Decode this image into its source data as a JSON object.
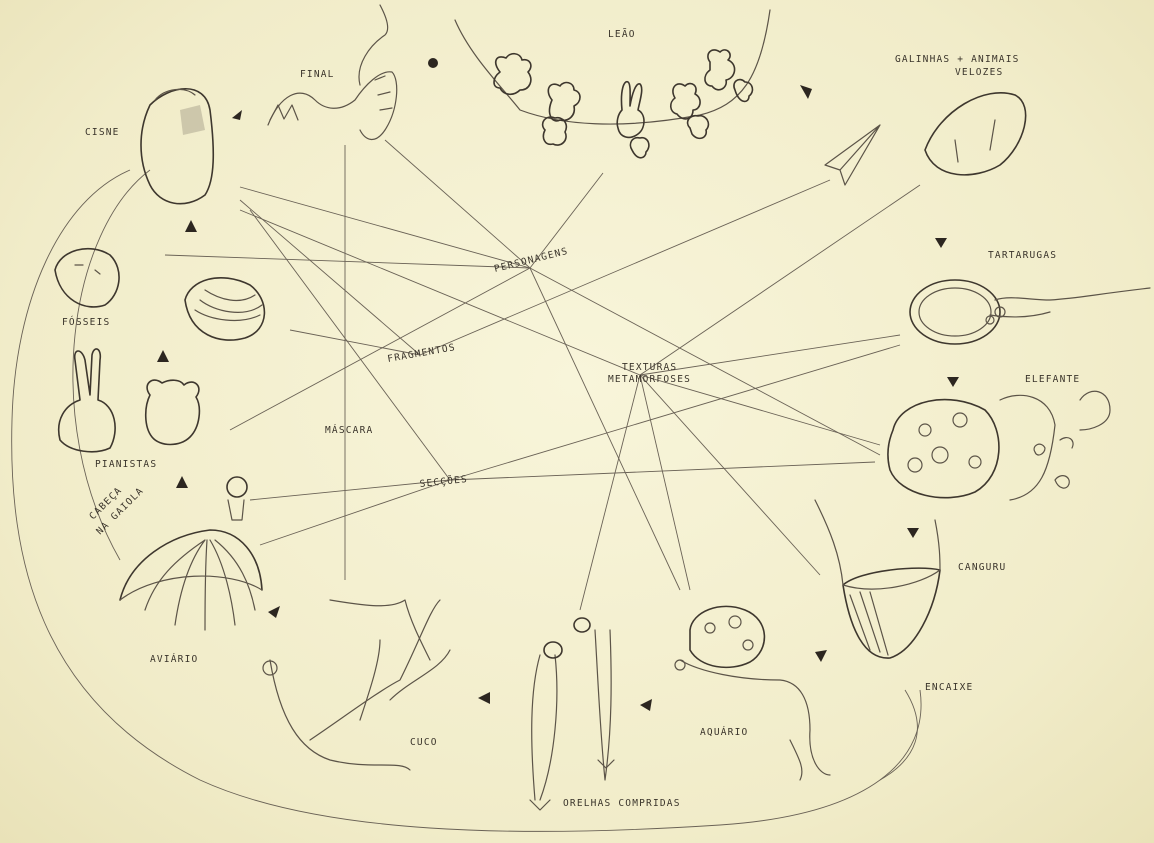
{
  "labels": {
    "final": "FINAL",
    "leao": "LEÃO",
    "galinhas_line1": "GALINHAS + ANIMAIS",
    "galinhas_line2": "VELOZES",
    "cisne": "CISNE",
    "tartarugas": "TARTARUGAS",
    "fosseis": "FÓSSEIS",
    "personagens": "PERSONAGENS",
    "fragmentos": "FRAGMENTOS",
    "texturas": "TEXTURAS",
    "metamorfoses": "METAMORFOSES",
    "elefante": "ELEFANTE",
    "mascara": "MÁSCARA",
    "pianistas": "PIANISTAS",
    "secoes": "SECÇÕES",
    "cabeca_line1": "CABEÇA",
    "cabeca_line2": "NA GAIOLA",
    "canguru": "CANGURU",
    "aviario": "AVIÁRIO",
    "encaixe": "ENCAIXE",
    "cuco": "CUCO",
    "aquario": "AQUÁRIO",
    "orelhas": "ORELHAS COMPRIDAS"
  },
  "colors": {
    "paper": "#f4f0d0",
    "pencil": "#5c5448",
    "ink": "#2c2620"
  }
}
